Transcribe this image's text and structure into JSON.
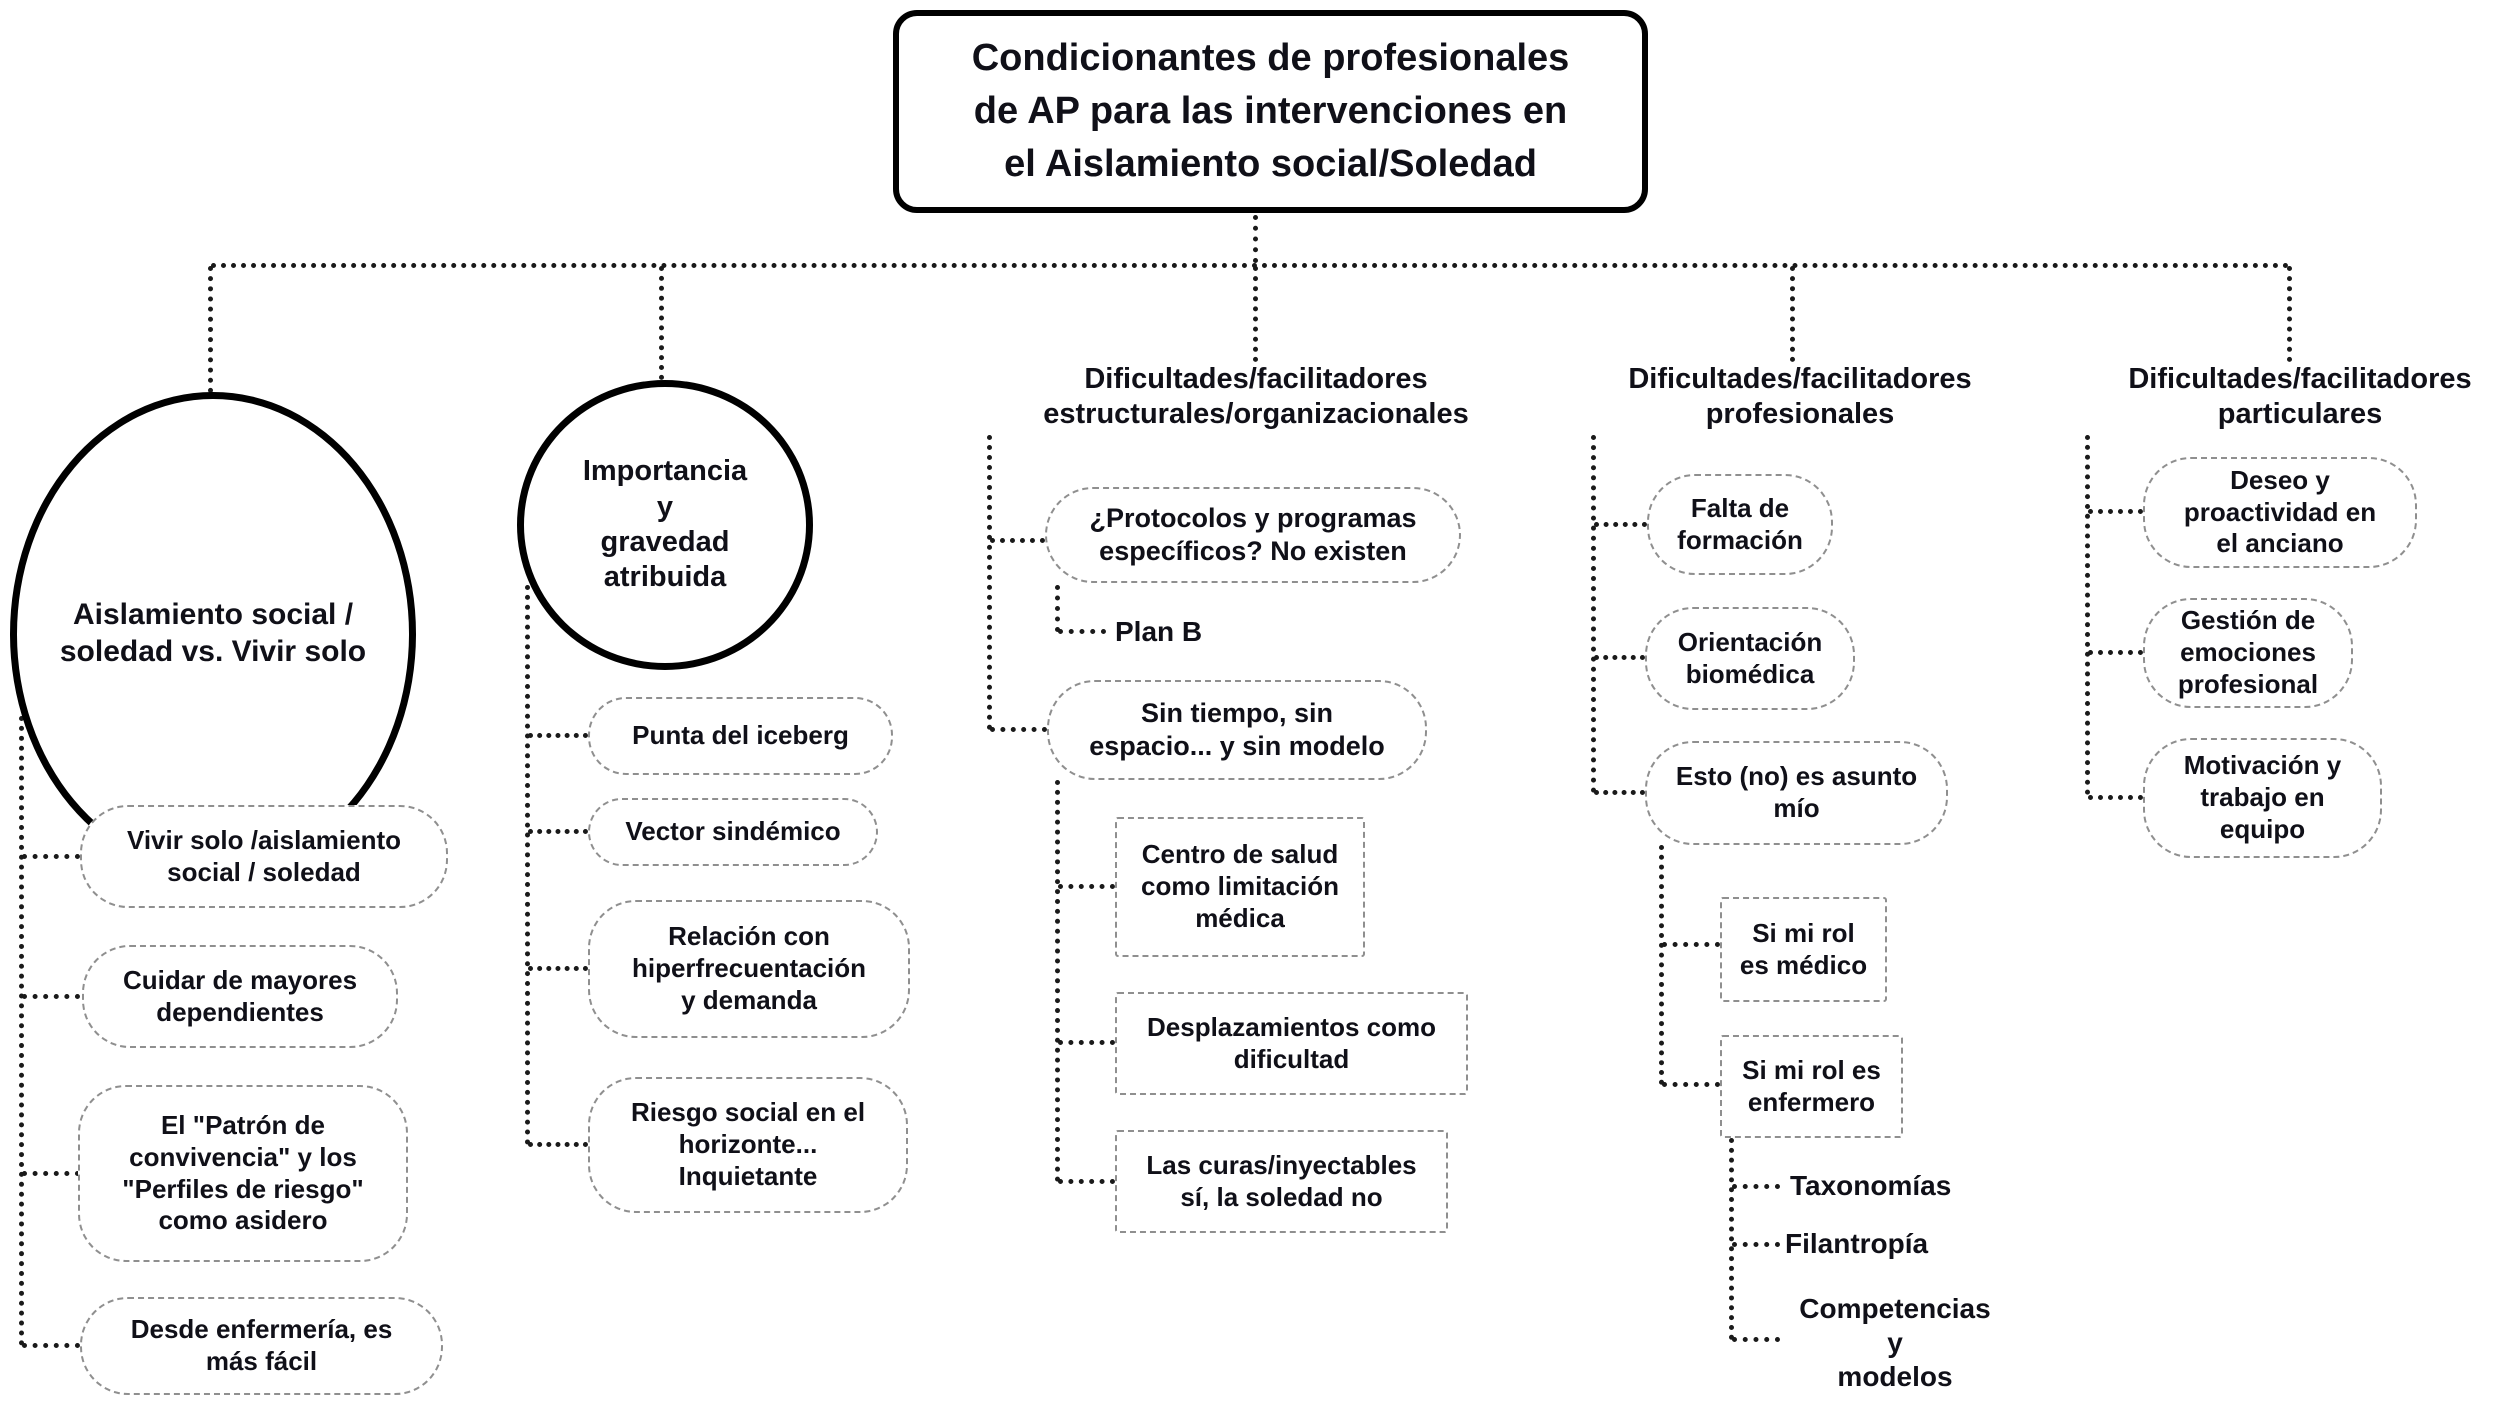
{
  "diagram": {
    "title": "Condicionantes de profesionales\nde AP para las intervenciones en\nel Aislamiento social/Soledad",
    "branch1": {
      "label": "Aislamiento social /\nsoledad vs. Vivir solo",
      "items": [
        "Vivir solo /aislamiento\nsocial / soledad",
        "Cuidar de mayores\ndependientes",
        "El \"Patrón de\nconvivencia\" y los\n\"Perfiles de riesgo\"\ncomo asidero",
        "Desde enfermería, es\nmás fácil"
      ]
    },
    "branch2": {
      "label": "Importancia\ny\ngravedad\natribuida",
      "items": [
        "Punta del iceberg",
        "Vector sindémico",
        "Relación con\nhiperfrecuentación\ny demanda",
        "Riesgo social en el\nhorizonte...\nInquietante"
      ]
    },
    "branch3": {
      "label": "Dificultades/facilitadores\nestructurales/organizacionales",
      "protocolos": "¿Protocolos y programas\nespecíficos? No existen",
      "plan_b": "Plan B",
      "sin_tiempo": "Sin tiempo, sin\nespacio... y sin modelo",
      "centro": "Centro de salud\ncomo limitación\nmédica",
      "desplazamientos": "Desplazamientos como\ndificultad",
      "curas": "Las curas/inyectables\nsí, la soledad no"
    },
    "branch4": {
      "label": "Dificultades/facilitadores\nprofesionales",
      "falta": "Falta de\nformación",
      "orientacion": "Orientación\nbiomédica",
      "esto": "Esto (no) es asunto\nmío",
      "rol_medico": "Si mi rol\nes médico",
      "rol_enfermero": "Si mi rol es\nenfermero",
      "taxonomias": "Taxonomías",
      "filantropia": "Filantropía",
      "competencias": "Competencias\ny\nmodelos"
    },
    "branch5": {
      "label": "Dificultades/facilitadores\nparticulares",
      "items": [
        "Deseo y\nproactividad en\nel anciano",
        "Gestión de\nemociones\nprofesional",
        "Motivación y\ntrabajo en\nequipo"
      ]
    }
  }
}
